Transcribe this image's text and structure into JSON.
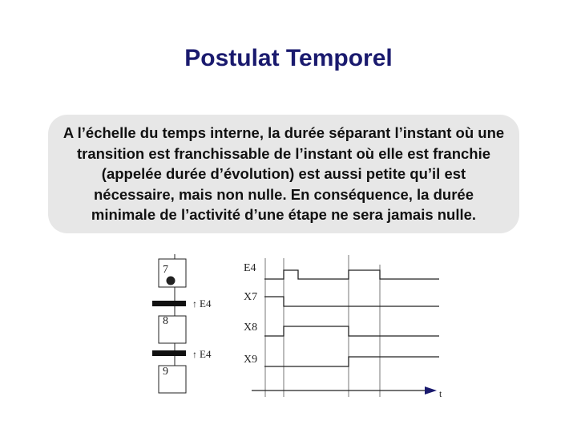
{
  "title": "Postulat Temporel",
  "paragraph": "A l’échelle du temps interne, la durée séparant l’instant où une transition est franchissable de l’instant où elle est franchie (appelée durée d’évolution) est aussi petite qu’il est nécessaire, mais non nulle. En conséquence, la durée minimale de l’activité d’une étape ne sera jamais nulle.",
  "grafcet": {
    "steps": [
      {
        "number": "7",
        "active": true
      },
      {
        "number": "8",
        "active": false
      },
      {
        "number": "9",
        "active": false
      }
    ],
    "transitions": [
      {
        "receptivity_symbol": "↑",
        "receptivity": "E4"
      },
      {
        "receptivity_symbol": "↑",
        "receptivity": "E4"
      }
    ]
  },
  "timing": {
    "signals": [
      "E4",
      "X7",
      "X8",
      "X9"
    ],
    "axis_label": "t"
  },
  "colors": {
    "title": "#1a1a6e",
    "box": "#e7e7e7"
  }
}
